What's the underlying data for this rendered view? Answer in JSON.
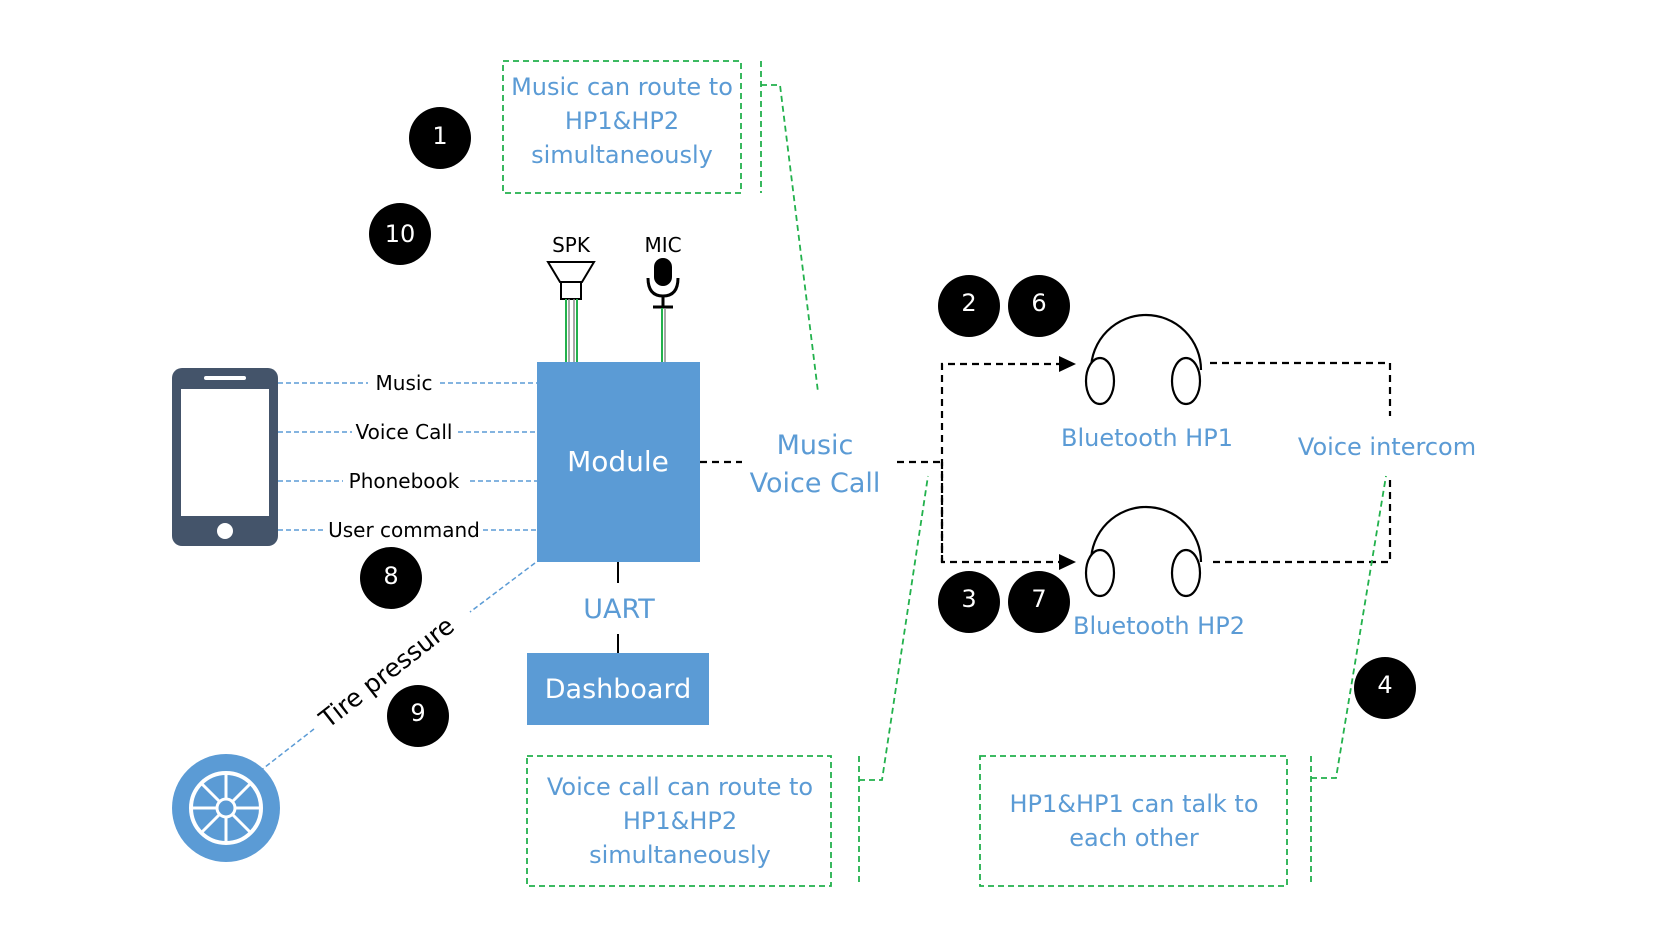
{
  "colors": {
    "accent_blue": "#5b9bd5",
    "note_green": "#22b14c",
    "phone_dark": "#44546a",
    "badge_black": "#000000"
  },
  "notes": {
    "music_route": [
      "Music can route to",
      "HP1&HP2",
      "simultaneously"
    ],
    "voice_route": [
      "Voice call can route to",
      "HP1&HP2",
      "simultaneously"
    ],
    "talk": [
      "HP1&HP1 can talk to",
      "each other"
    ]
  },
  "phone_links": {
    "music": "Music",
    "voice_call": "Voice Call",
    "phonebook": "Phonebook",
    "user_command": "User command"
  },
  "module": {
    "label": "Module",
    "spk": "SPK",
    "mic": "MIC"
  },
  "uart": "UART",
  "dashboard": "Dashboard",
  "tire_pressure": "Tire pressure",
  "center_labels": {
    "music": "Music",
    "voice_call": "Voice Call"
  },
  "headphones": {
    "hp1": "Bluetooth HP1",
    "hp2": "Bluetooth HP2"
  },
  "intercom": "Voice intercom",
  "badges": {
    "b1": "1",
    "b2": "2",
    "b3": "3",
    "b4": "4",
    "b6": "6",
    "b7": "7",
    "b8": "8",
    "b9": "9",
    "b10": "10"
  },
  "icons": {
    "phone": "smartphone-icon",
    "wheel": "tire-wheel-icon",
    "speaker": "speaker-icon",
    "mic": "microphone-icon",
    "headphone": "headphones-icon"
  }
}
